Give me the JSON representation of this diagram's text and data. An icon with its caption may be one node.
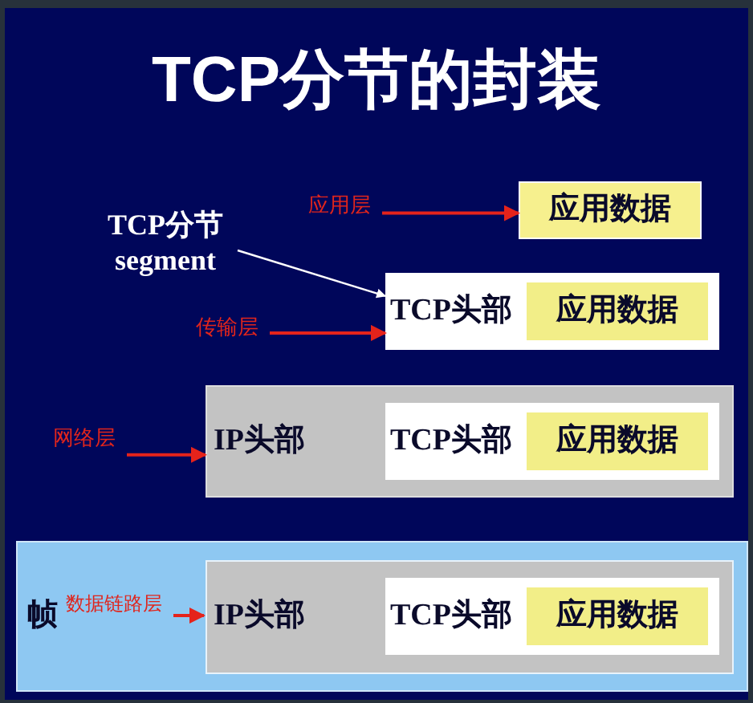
{
  "diagram": {
    "title": "TCP分节的封装",
    "nodes": [
      {
        "text": [
          "应用层"
        ]
      },
      {
        "text": [
          "应用数据"
        ]
      },
      {
        "text": [
          "TCP分节 segment"
        ]
      },
      {
        "text": [
          "传输层"
        ]
      },
      {
        "text": [
          "TCP头部"
        ]
      },
      {
        "text": [
          "应用数据"
        ],
        "in": 4
      },
      {
        "text": [
          "网络层"
        ]
      },
      {
        "text": [
          "IP头部"
        ]
      },
      {
        "text": [
          "TCP头部"
        ],
        "in": 7
      },
      {
        "text": [
          "应用数据"
        ],
        "in": 8
      },
      {
        "text": [
          "帧"
        ]
      },
      {
        "text": [
          "数据链路层"
        ],
        "in": 10
      },
      {
        "text": [
          "IP头部"
        ],
        "in": 10
      },
      {
        "text": [
          "TCP头部"
        ],
        "in": 12
      },
      {
        "text": [
          "应用数据"
        ],
        "in": 13
      }
    ],
    "edges": [
      {
        "from": 0,
        "to": 1,
        "arrow": "to"
      },
      {
        "from": 2,
        "to": 4,
        "arrow": "to",
        "color": "#ffffff"
      },
      {
        "from": 3,
        "to": 4,
        "arrow": "to"
      },
      {
        "from": 6,
        "to": 7,
        "arrow": "to"
      },
      {
        "from": 11,
        "to": 12,
        "arrow": "to"
      }
    ]
  }
}
